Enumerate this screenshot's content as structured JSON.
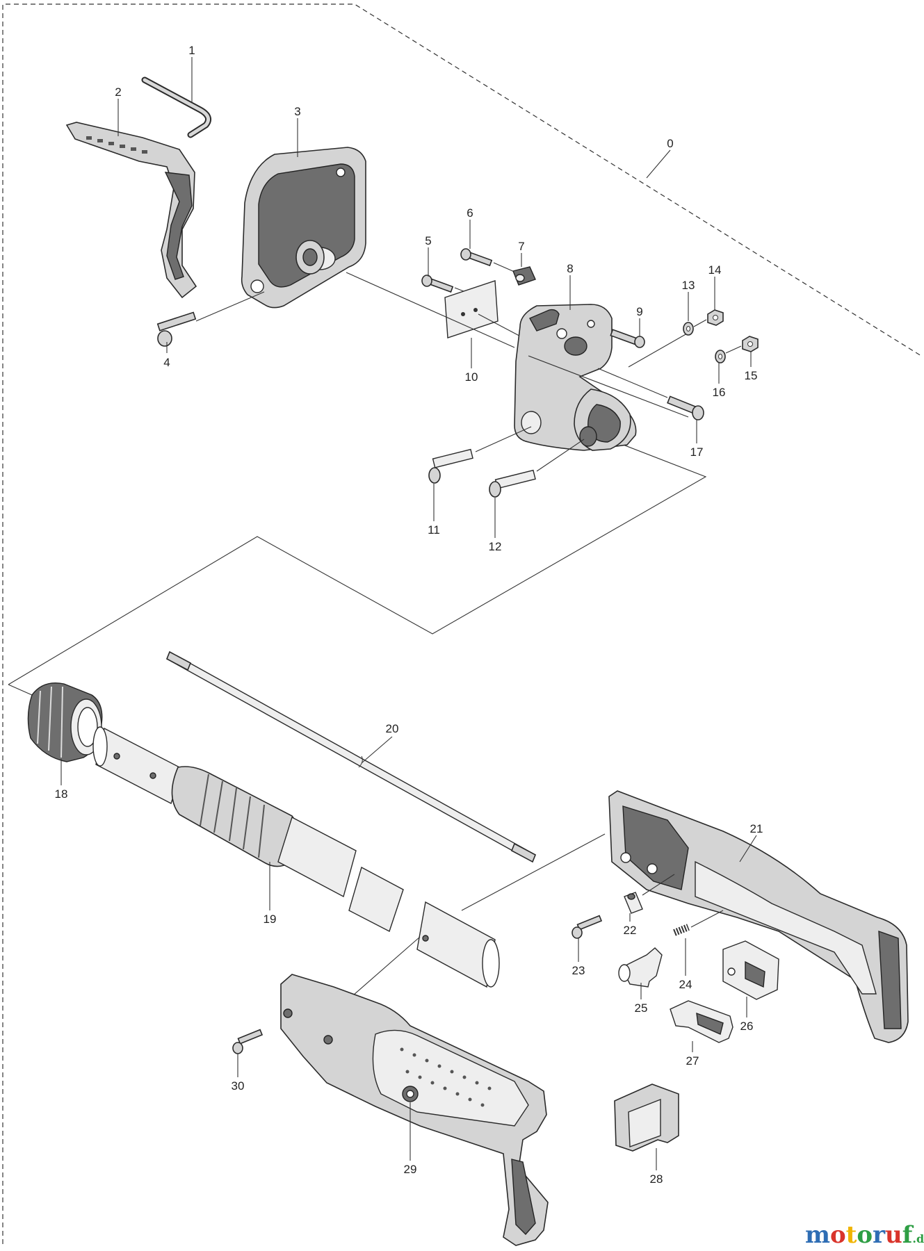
{
  "diagram": {
    "callouts": [
      "0",
      "1",
      "2",
      "3",
      "4",
      "5",
      "6",
      "7",
      "8",
      "9",
      "10",
      "11",
      "12",
      "13",
      "14",
      "15",
      "16",
      "17",
      "18",
      "19",
      "20",
      "21",
      "22",
      "23",
      "24",
      "25",
      "26",
      "27",
      "28",
      "29",
      "30"
    ]
  },
  "watermark": {
    "letters": [
      "m",
      "o",
      "t",
      "o",
      "r",
      "u",
      "f"
    ],
    "letter_colors": [
      "#2e6db4",
      "#d9342b",
      "#f0b400",
      "#2e9e44",
      "#2e6db4",
      "#d9342b",
      "#2e9e44"
    ],
    "suffix": ".de"
  }
}
